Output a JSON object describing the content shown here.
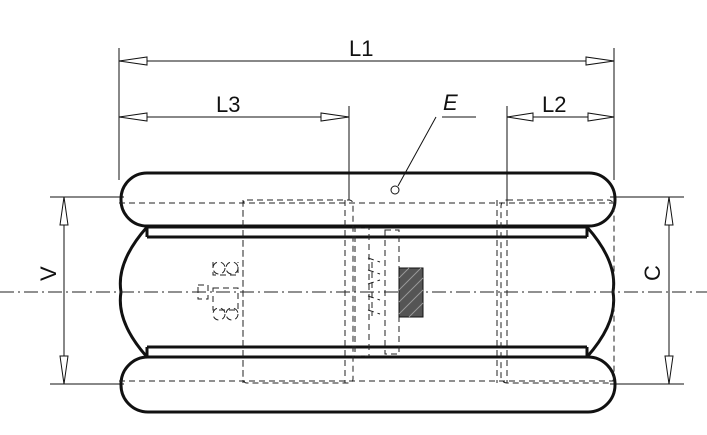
{
  "labels": {
    "L1": "L1",
    "L2": "L2",
    "L3": "L3",
    "E": "E",
    "V": "V",
    "C": "C"
  }
}
